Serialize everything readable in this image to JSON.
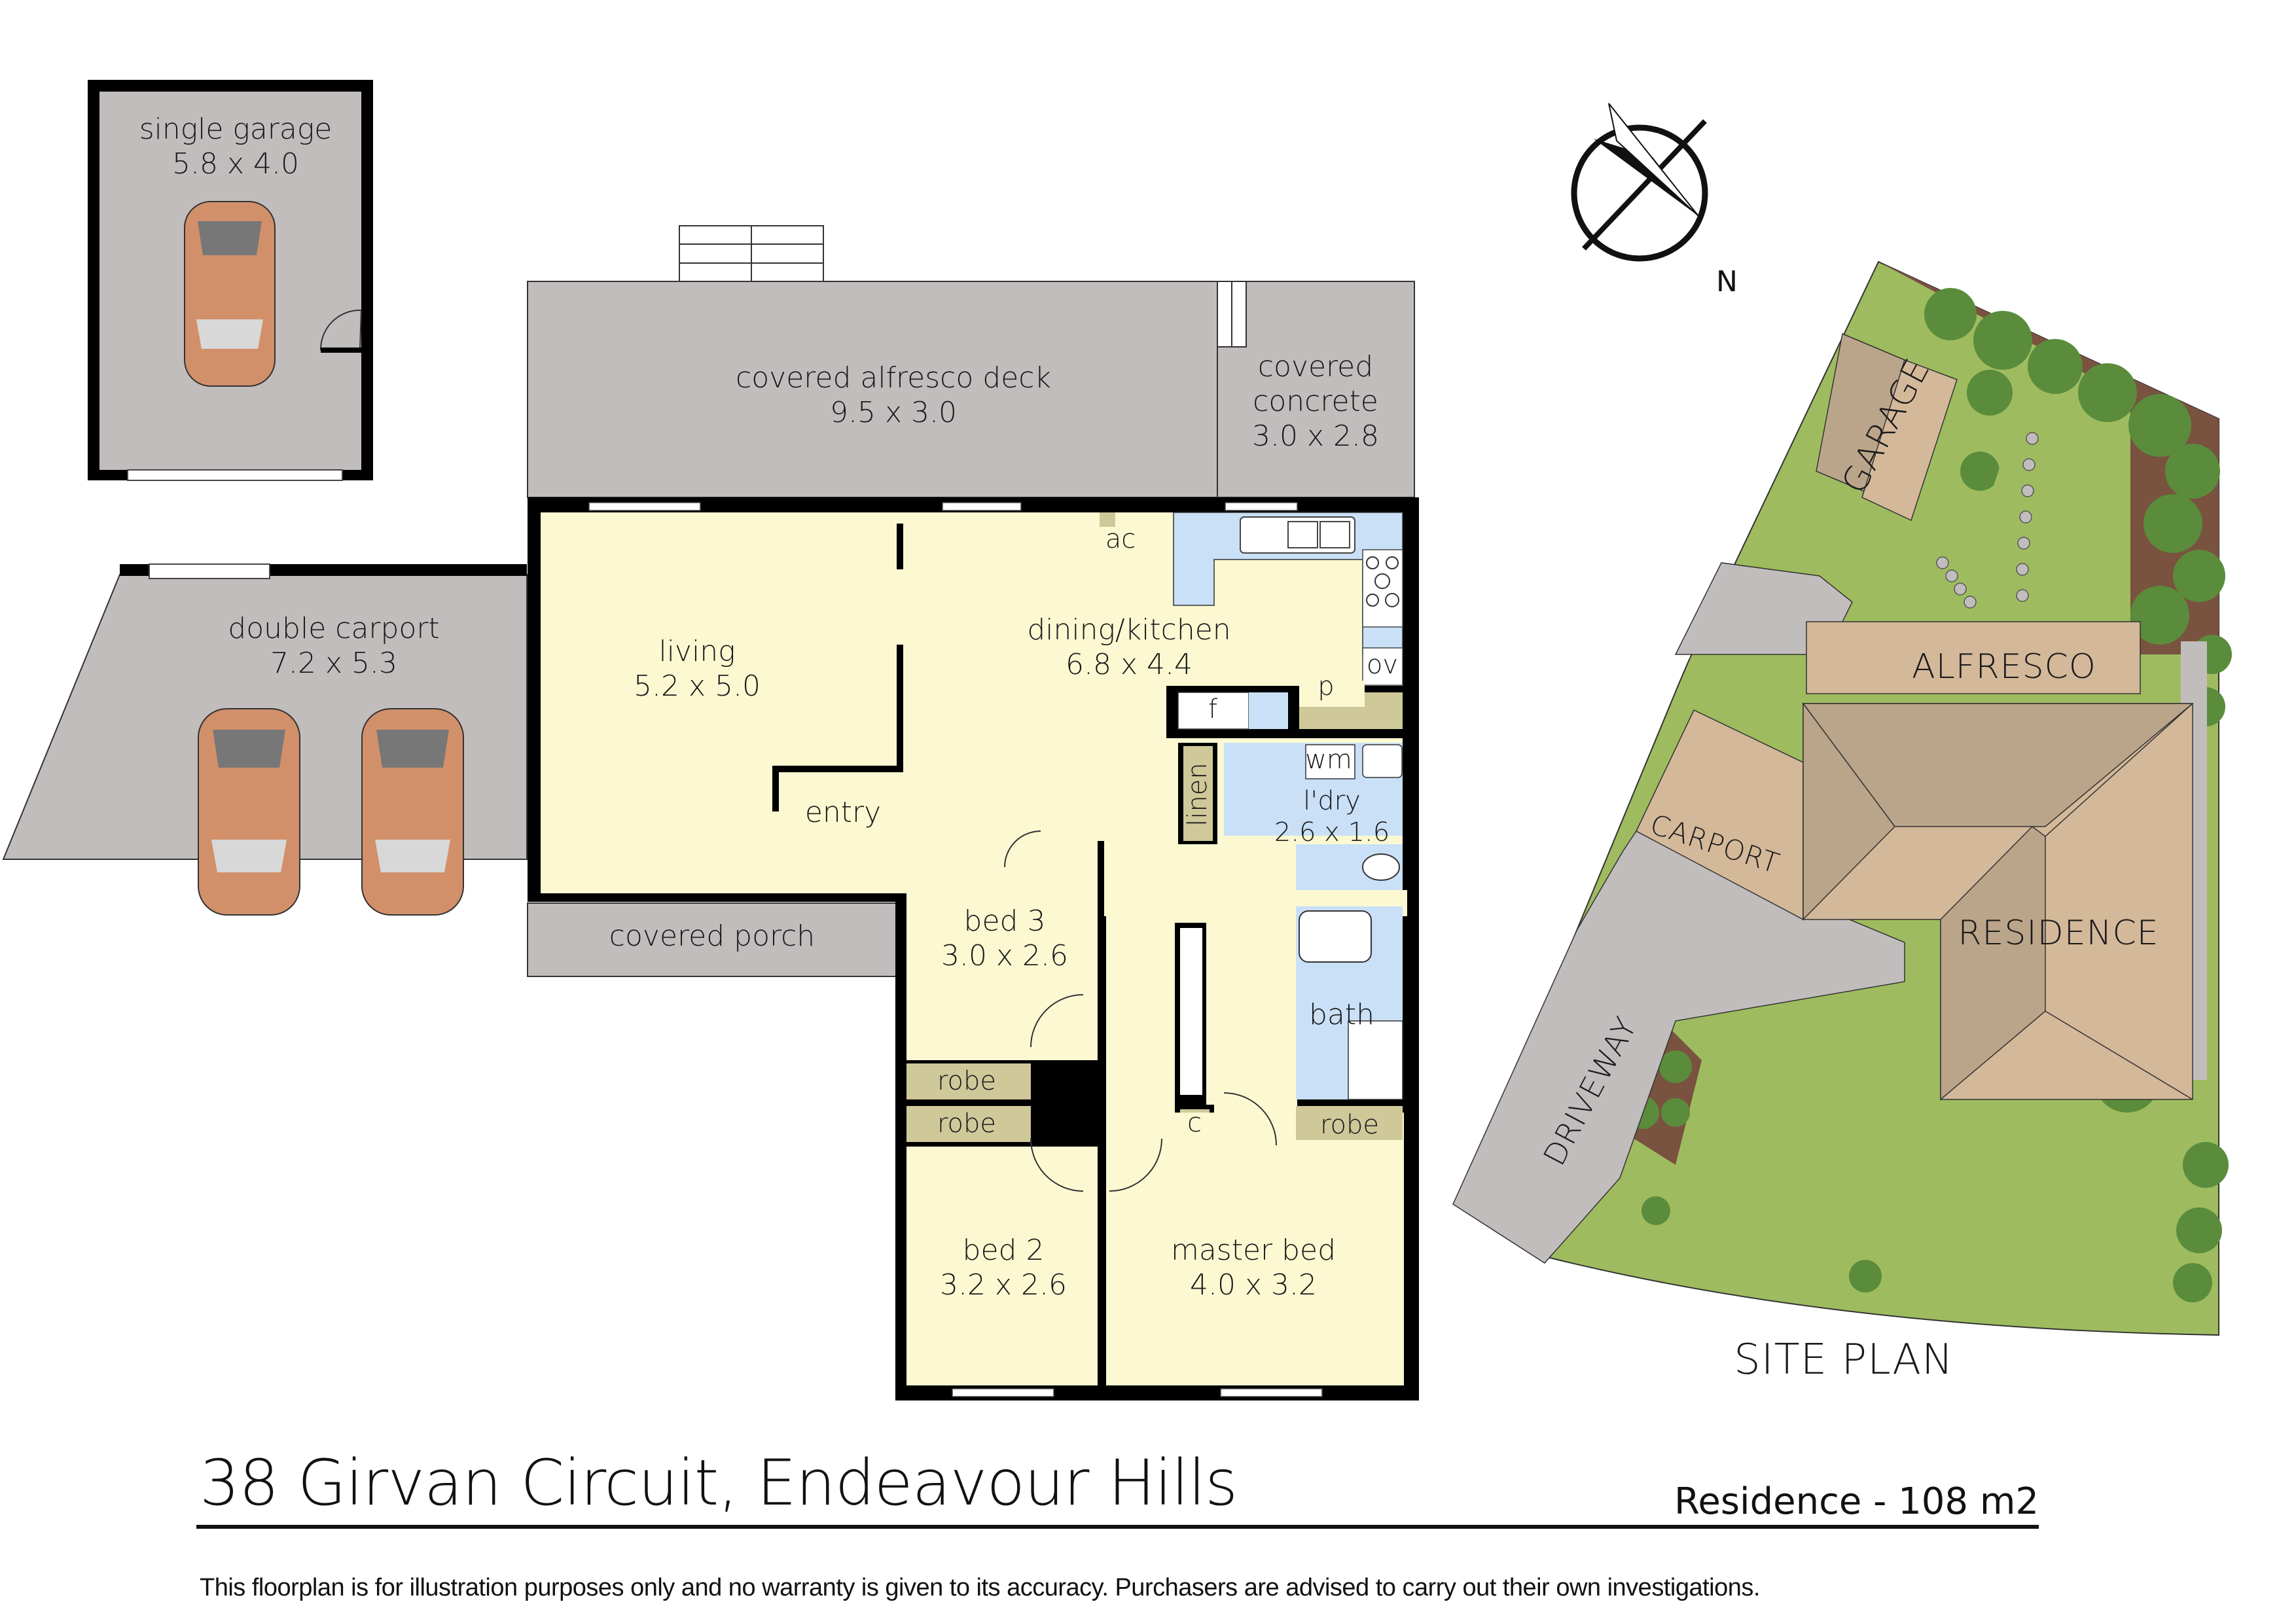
{
  "header": {
    "address": "38 Girvan Circuit, Endeavour Hills",
    "residence_area": "Residence - 108 m2",
    "disclaimer": "This floorplan is for illustration purposes only and no warranty is given to its accuracy. Purchasers are advised to carry out their own investigations."
  },
  "compass": {
    "label": "N"
  },
  "colors": {
    "wall": "#000000",
    "living_floor": "#FCF9D2",
    "wet_area": "#C9E0F7",
    "outdoor": "#C2BDBD",
    "storage": "#CFC99A",
    "car": "#D2906A",
    "lawn": "#9EBC5F",
    "garden_bed": "#7A5240",
    "tree": "#5A8C3C",
    "roof_light": "#D3B89A",
    "roof_dark": "#BBA58A"
  },
  "rooms": {
    "single_garage": {
      "name": "single garage",
      "size": "5.8 x 4.0"
    },
    "double_carport": {
      "name": "double carport",
      "size": "7.2 x 5.3"
    },
    "alfresco": {
      "name": "covered alfresco deck",
      "size": "9.5 x 3.0"
    },
    "covered_concrete": {
      "name_line1": "covered",
      "name_line2": "concrete",
      "size": "3.0 x 2.8"
    },
    "living": {
      "name": "living",
      "size": "5.2 x 5.0"
    },
    "dining_kitchen": {
      "name": "dining/kitchen",
      "size": "6.8 x 4.4"
    },
    "entry": {
      "name": "entry"
    },
    "covered_porch": {
      "name": "covered porch"
    },
    "laundry": {
      "name": "l'dry",
      "size": "2.6 x 1.6"
    },
    "bath": {
      "name": "bath"
    },
    "bed3": {
      "name": "bed 3",
      "size": "3.0 x 2.6"
    },
    "bed2": {
      "name": "bed 2",
      "size": "3.2 x 2.6"
    },
    "master_bed": {
      "name": "master bed",
      "size": "4.0 x 3.2"
    }
  },
  "fixtures": {
    "ac": "ac",
    "oven": "ov",
    "pantry": "p",
    "fridge": "f",
    "washing_machine": "wm",
    "linen": "linen",
    "robe_bed3": "robe",
    "robe_bed2": "robe",
    "robe_master": "robe",
    "cupboard": "c"
  },
  "site_plan": {
    "title": "SITE PLAN",
    "labels": {
      "garage": "GARAGE",
      "alfresco": "ALFRESCO",
      "carport": "CARPORT",
      "residence": "RESIDENCE",
      "driveway": "DRIVEWAY"
    }
  }
}
